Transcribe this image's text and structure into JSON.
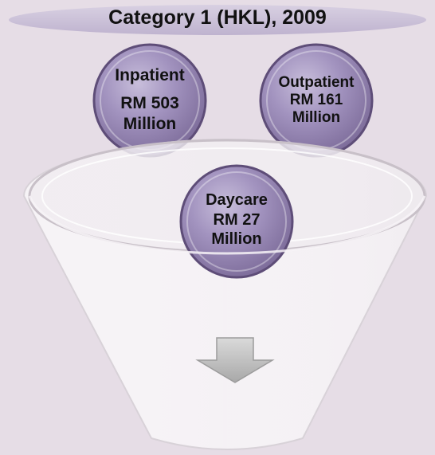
{
  "title": "Category 1 (HKL), 2009",
  "circles": [
    {
      "key": "inpatient",
      "lines": [
        "Inpatient",
        "RM 503",
        "Million"
      ],
      "value_rm_million": 503
    },
    {
      "key": "outpatient",
      "lines": [
        "Outpatient",
        "RM 161",
        "Million"
      ],
      "value_rm_million": 161
    },
    {
      "key": "daycare",
      "lines": [
        "Daycare",
        "RM 27",
        "Million"
      ],
      "value_rm_million": 27
    }
  ],
  "colors": {
    "background": "#e6dde6",
    "title_band": "#c9bfd6",
    "circle_fill": "#8b7aa8",
    "circle_border": "#5e4d78",
    "funnel": "#f4f0f4",
    "arrow": "#bdbdbd"
  },
  "icons": {
    "arrow": "down-arrow-icon"
  }
}
